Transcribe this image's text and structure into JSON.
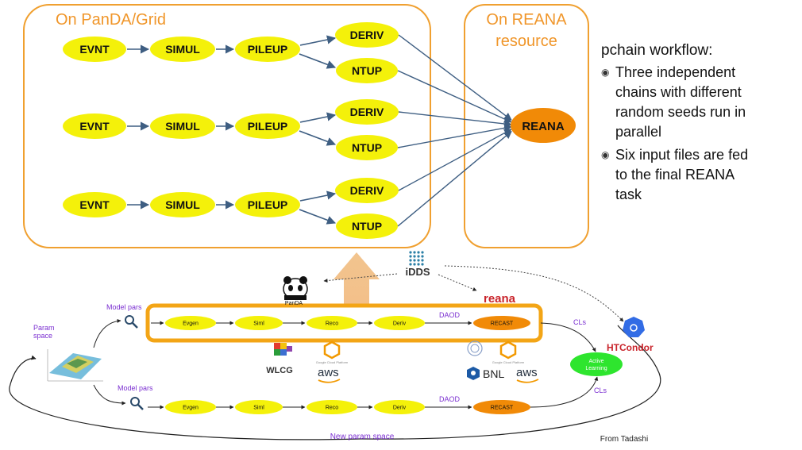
{
  "panda_box": {
    "title": "On PanDA/Grid"
  },
  "reana_box": {
    "title_line1": "On REANA",
    "title_line2": "resource"
  },
  "chains": [
    [
      "EVNT",
      "SIMUL",
      "PILEUP",
      "DERIV",
      "NTUP"
    ],
    [
      "EVNT",
      "SIMUL",
      "PILEUP",
      "DERIV",
      "NTUP"
    ],
    [
      "EVNT",
      "SIMUL",
      "PILEUP",
      "DERIV",
      "NTUP"
    ]
  ],
  "reana_node": "REANA",
  "side_text": {
    "heading": "pchain workflow:",
    "bullets": [
      [
        "Three independent",
        "chains with different",
        "random seeds run in",
        "parallel"
      ],
      [
        "Six input files are fed",
        "to the final REANA",
        "task"
      ]
    ]
  },
  "bottom": {
    "idds_label": "iDDS",
    "reana_logo": "reana",
    "htcondor_logo": "HTCondor",
    "panda_logo": "PanDA",
    "top_chain": [
      "Evgen",
      "Siml",
      "Reco",
      "Deriv",
      "RECAST"
    ],
    "bottom_chain": [
      "Evgen",
      "Siml",
      "Reco",
      "Deriv",
      "RECAST"
    ],
    "daod_label": "DAOD",
    "model_pars": "Model pars",
    "param_space": [
      "Param",
      "space"
    ],
    "cls_label": "CLs",
    "active_learning": [
      "Active",
      "Learning"
    ],
    "new_param_space": "New param space",
    "from_label": "From Tadashi",
    "logos": {
      "wlcg": "WLCG",
      "aws": "aws",
      "bnl": "BNL",
      "google": "Google Cloud Platform"
    }
  },
  "colors": {
    "orange_border": "#f0a030",
    "yellow_node": "#f4f10a",
    "orange_node": "#f18a07",
    "purple_text": "#7b2fd1",
    "arrow": "#3e5e82",
    "green_node": "#2ee52e"
  }
}
